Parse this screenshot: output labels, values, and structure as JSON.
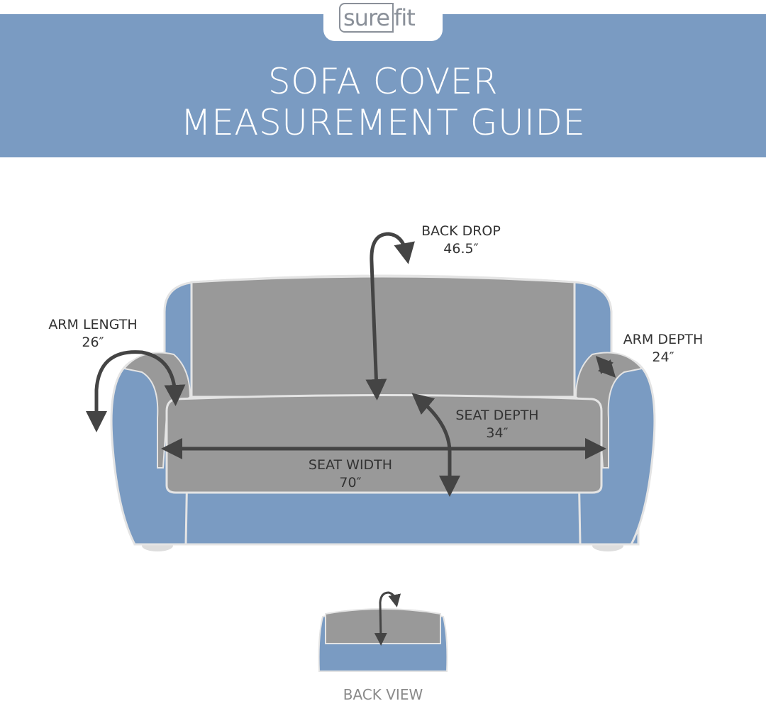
{
  "brand": {
    "logo_part1": "sure",
    "logo_part2": "fit"
  },
  "header": {
    "title_line1": "SOFA COVER",
    "title_line2": "MEASUREMENT GUIDE"
  },
  "measurements": {
    "back_drop": {
      "label": "BACK DROP",
      "value": "46.5″"
    },
    "arm_length": {
      "label": "ARM  LENGTH",
      "value": "26″"
    },
    "arm_depth": {
      "label": "ARM DEPTH",
      "value": "24″"
    },
    "seat_depth": {
      "label": "SEAT DEPTH",
      "value": "34″"
    },
    "seat_width": {
      "label": "SEAT WIDTH",
      "value": "70″"
    }
  },
  "back_view": {
    "label": "BACK VIEW"
  },
  "colors": {
    "sofa_blue": "#7a9bc2",
    "cover_gray": "#999999",
    "arrow": "#444444"
  }
}
